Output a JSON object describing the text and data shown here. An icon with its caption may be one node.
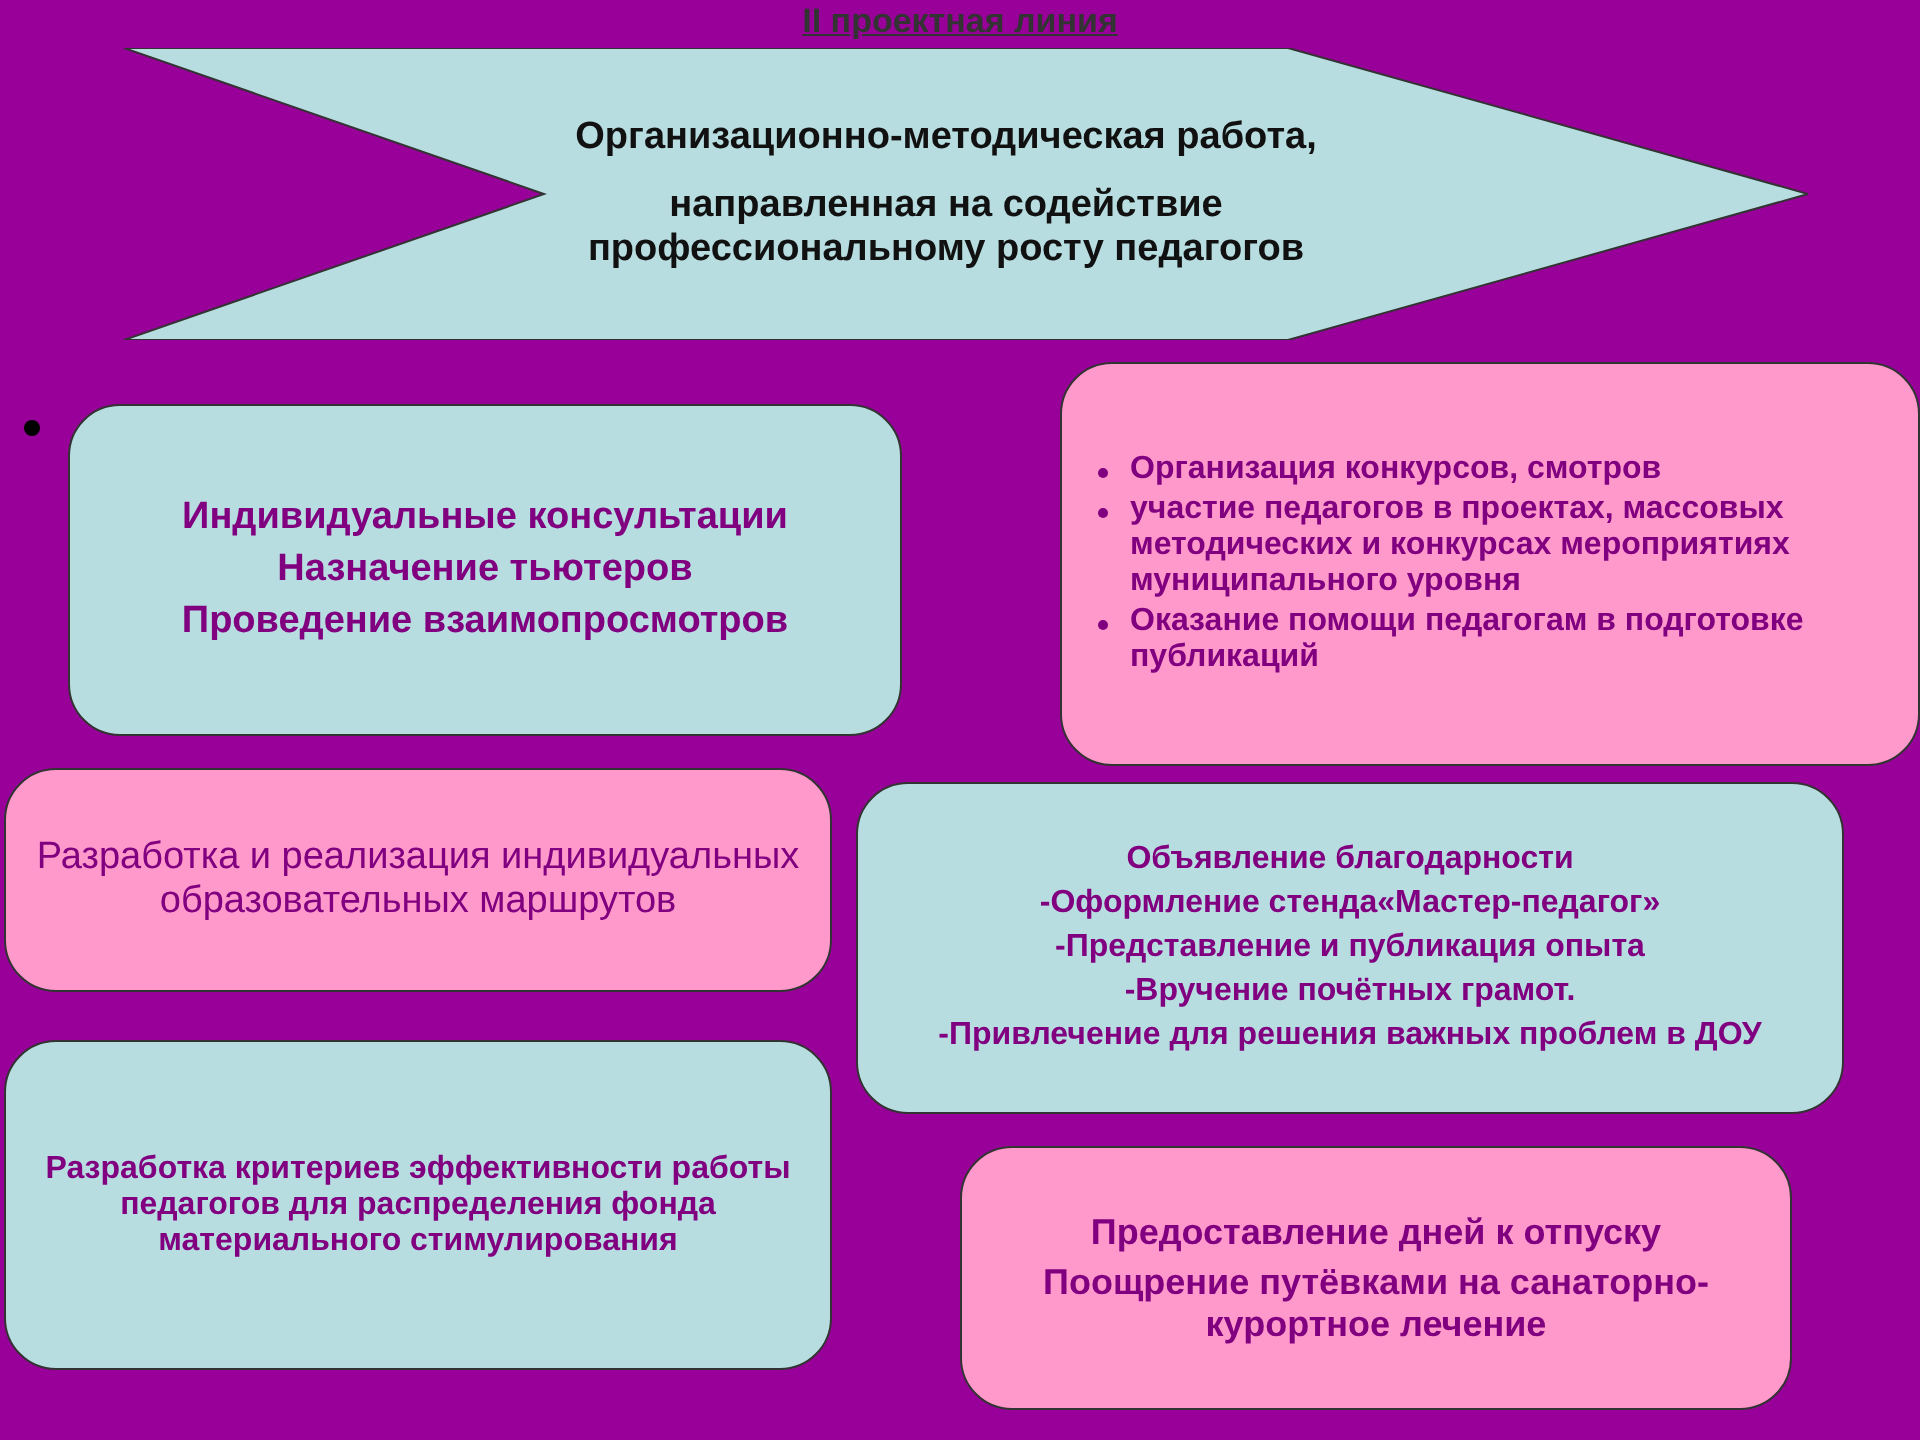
{
  "diagram": {
    "title": "II проектная линия",
    "nodes": [
      {
        "text": [
          "Организационно-методическая работа,",
          "направленная на содействие профессиональному росту педагогов"
        ]
      },
      {
        "text": [
          "Индивидуальные консультации",
          "Назначение тьютеров",
          "Проведение взаимопросмотров"
        ]
      },
      {
        "text": [
          "Организация конкурсов, смотров",
          "участие педагогов в проектах, массовых методических и конкурсах мероприятиях муниципального уровня",
          "Оказание помощи педагогам в подготовке публикаций"
        ]
      },
      {
        "text": [
          "Разработка и реализация индивидуальных образовательных маршрутов"
        ]
      },
      {
        "text": [
          "Объявление благодарности",
          "-Оформление стенда«Мастер-педагог»",
          "-Представление и публикация опыта",
          "-Вручение почётных грамот.",
          "-Привлечение для решения важных проблем в ДОУ"
        ]
      },
      {
        "text": [
          "Разработка критериев эффективности работы педагогов для распределения фонда материального стимулирования"
        ]
      },
      {
        "text": [
          "Предоставление дней к отпуску",
          "Поощрение путёвками на санаторно-курортное лечение"
        ]
      }
    ],
    "edges": []
  }
}
